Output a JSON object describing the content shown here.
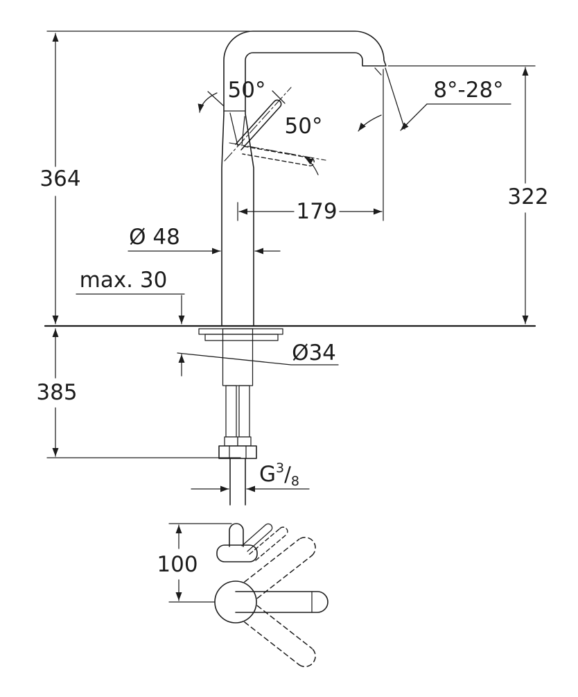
{
  "drawing": {
    "line_color": "#1c1c1c",
    "bg_color": "#ffffff",
    "labels": {
      "total_height": "364",
      "spout_height": "322",
      "spout_reach": "179",
      "body_diameter": "Ø 48",
      "max_deck": "max. 30",
      "below_deck": "385",
      "hole_diameter": "Ø34",
      "lever_angle_left": "50°",
      "lever_angle_right": "50°",
      "angle_range": "8°-28°",
      "top_view_depth": "100",
      "thread": {
        "prefix": "G",
        "numerator": "3",
        "slash": "/",
        "denominator": "8"
      }
    }
  }
}
